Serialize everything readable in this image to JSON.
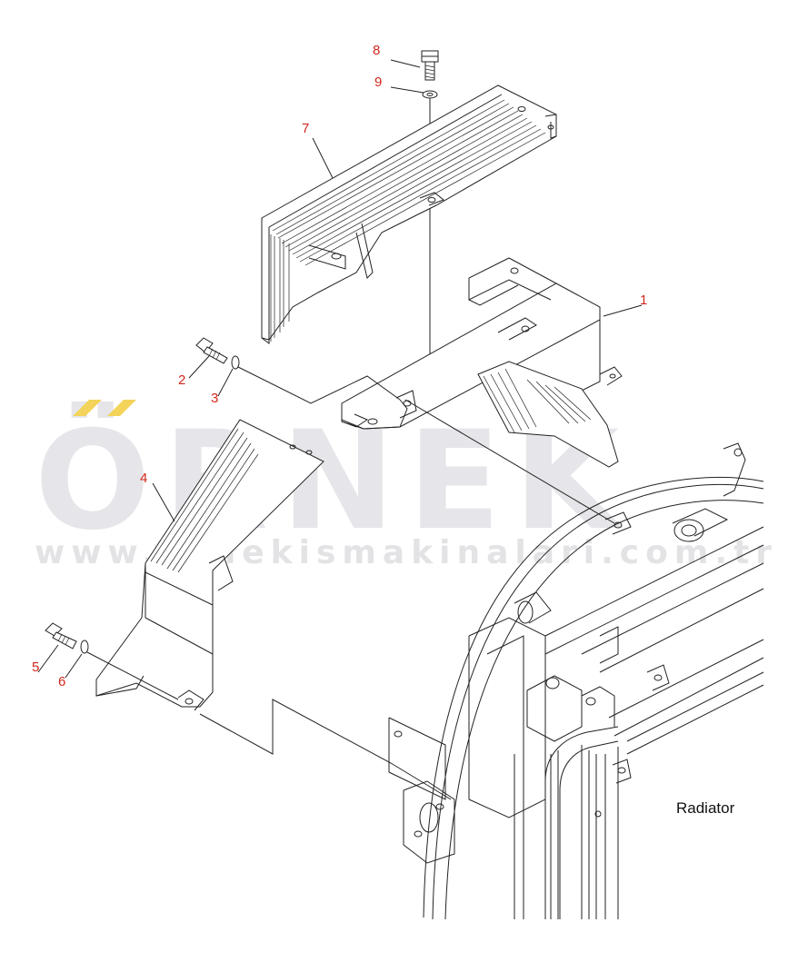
{
  "watermark": {
    "brand": "ÖRNEK",
    "url": "www.ornekismakinalari.com.tr",
    "brand_color": "#e6e6ea",
    "accent_color": "#f3d35a"
  },
  "callouts": [
    {
      "id": "c8",
      "text": "8"
    },
    {
      "id": "c9",
      "text": "9"
    },
    {
      "id": "c7",
      "text": "7"
    },
    {
      "id": "c1",
      "text": "1"
    },
    {
      "id": "c2",
      "text": "2"
    },
    {
      "id": "c3",
      "text": "3"
    },
    {
      "id": "c4",
      "text": "4"
    },
    {
      "id": "c5",
      "text": "5"
    },
    {
      "id": "c6",
      "text": "6"
    }
  ],
  "caption": "Radiator",
  "colors": {
    "callout": "#d2281e",
    "line": "#222222"
  }
}
